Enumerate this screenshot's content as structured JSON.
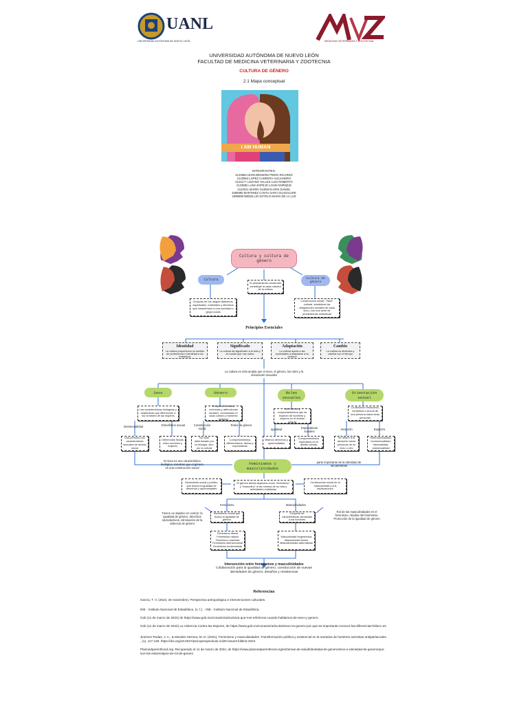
{
  "header": {
    "uanl_logo_text": "UANL",
    "uanl_logo_sub": "UNIVERSIDAD AUTÓNOMA DE NUEVO LEÓN",
    "fmvz_logo_sub": "MEDICINA VETERINARIA Y ZOOTECNIA",
    "university": "UNIVERSIDAD AUTÓNOMA DE NUEVO LEÓN",
    "faculty": "FACULTAD DE MEDICINA VETERINARIA Y ZOOTECNIA",
    "course": "CULTURA DE GÉNERO",
    "assignment": "2.1 Mapa conceptual",
    "cover_banner": "I AM HUMAN",
    "members_title": "INTEGRANTES:",
    "members": [
      "2123983 LEON BRISEÑO PIERO RICARDO",
      "2123984 LOPEZ CABRERA ALEJANDRO",
      "2123177 LOZANO VALLES LUIS ROBERTO",
      "2123982 LUNA ESPEJO LOUIS ENRIQUE",
      "2124021 MARIN GUZMAN ARIS DANIEL",
      "2066990 MARTINEZ CANTU SARA GUADALUPE",
      "1998598 MEDELLIN SOTELO MARIA DE LA LUZ"
    ]
  },
  "map": {
    "title": "Cultura y cultura de género",
    "cultura": "Cultura",
    "cultura_genero": "Cultura de género",
    "center_note": "El pensamiento construido constituye la cada manera de la cultura",
    "cultura_def": "Conjunto de los rasgos distintivos, espirituales, materiales y afectivos que caracterizan a una sociedad o grupo social",
    "genero_def": "Construcción social: \"Valor\" cultural, establecer las obligaciones sociales de cada sexo, con una serie de prohibiciones simbólicas",
    "principles_title": "Principios Esenciales",
    "principles": [
      {
        "name": "Identidad",
        "text": "La cultura proporciona un sentido de pertenencia e identidad a los individuos"
      },
      {
        "name": "Significado",
        "text": "La cultura da significado a la vida y al mundo que nos rodea"
      },
      {
        "name": "Adaptación",
        "text": "La cultura ayuda a las sociedades a adaptarse a su entorno"
      },
      {
        "name": "Cambio",
        "text": "La cultura es dinámica y cambia con el tiempo"
      }
    ],
    "broad_note": "La cultura es más amplia que el sexo, el género, los roles y la orientación sexuales",
    "categories": [
      "Sexo",
      "Género",
      "Roles sexuales",
      "Orientación sexual"
    ],
    "sexo_def": "Las características biológicas y anatómicas que diferencian a los hombres de las mujeres",
    "genero_def2": "Conjunto de ideas, creencias y atribuciones sociales, construidas en cada cultura y momento histórico",
    "roles_def": "Las normas y comportamientos que se esperan de hombres y mujeres en el ámbito sexual",
    "orient_def": "La atracción emocional, romántica o sexual de una persona hacia otras personas",
    "sub_labels": [
      "Intersexualidad",
      "Dimorfismo sexual",
      "Construcción social",
      "Roles de género",
      "Igualdad",
      "Expectativas sociales",
      "Atracción",
      "Espectro"
    ],
    "sub_boxes": [
      "Una persona con características sexuales de ambos sexos",
      "Diferencias físicas entre hombres y mujeres",
      "No está determinado por la biología, sino por la cultura",
      "Comportamientos diferenciados, tareas y expectativas",
      "Mismos derechos y oportunidades",
      "Comportamientos esperados en el ámbito sexual",
      "Se refiere a la atracción hacia personas de un sexo u otro",
      "Heterosexualidad, homosexualidad, bisexualidad, pansexualidad"
    ],
    "sexo_note": "El sexo es una característica biológica, mientras que el género es una construcción social",
    "identity_note": "parte importante de la identidad de las personas",
    "fem_masc": "Feminismos y masculinidades",
    "fem_def": "Movimiento social y político que busca la igualdad de derechos y oportunidades",
    "fem_center": "El género afecta aspectos como \"feminismo\" y \"masculino\" a las normas de su vida y actividades cotidianas",
    "masc_def": "Construcción social de la masculinidad y sus implicaciones",
    "feminismo": "Feminismo",
    "masculinidades": "Masculinidades",
    "fem_note": "Tienen un objetivo en común: la igualdad de género, derechos reproductivos, eliminación de la violencia de género",
    "masc_note": "Rol de las masculinidades en el feminismo. Aliados del feminismo. Promoción de la igualdad de género",
    "fem_box1": "Movimiento social que busca la igualdad de género",
    "fem_types": "Feminismo liberal\nFeminismo radical\nFeminismo marxista\nFeminismo interseccional\nFeminismo ecofeminista",
    "masc_box1": "Conjunto de características asociadas a los hombres",
    "masc_types": "Masculinidad hegemónica\nMasculinidad tóxica\nMasculinidades alternativas",
    "intersection_title": "Intersección entre feminismos y masculinidades",
    "intersection_text": "Colaboración para la igualdad de género, construcción de nuevas identidades de género, desafíos y resistencias"
  },
  "references": {
    "title": "Referencias",
    "items": [
      "García, T. V. (2023, 30 noviembre). Perspectiva antropológica e intervenciones culturales.",
      "INE - Instituto Nacional de Estadística. (s. f.). . INE - Instituto Nacional de Estadística.",
      "Gob (11 de marzo de 2024) de https://www.gob.mx/conavim/articulos/a-que-nos-referimos-cuando-hablamos-de-sexo-y-genero.",
      "Gob (11 de marzo de 2024) La Violencia Contra las Mujeres, de https://www.gob.mx/conavim/articulos/sexo-vs-genero-por-que-es-importante-conocer-las-diferencias?idiom=es",
      "Jiménez Rodas, J. A., & Morales Herrera, M. D. (2021). Feminismo y masculinidades: Transformación política y existencial en la narrativa de hombres activistas antipatriarcales. , (1), 117-128. https://doi.org/10.5027/psicoperspectivas-vol20-issue3-fulltext-2023",
      "Plannedparenthood.org. Recuperado el 11 de marzo de 2024, de https://www.plannedparenthood.org/es/temas-de-salud/identidad-de-genero/sexo-e-identidad-de-genero/que-son-los-estereotipos-de-rol-de-genero"
    ]
  },
  "colors": {
    "accent_red": "#d0201e",
    "brand_maroon": "#8b1a2b",
    "green": "#b5d86a",
    "blue": "#9fb8f0",
    "pink": "#f4b7c0",
    "line_blue": "#2f6fd6",
    "cover_bg": "#62c7e0"
  }
}
